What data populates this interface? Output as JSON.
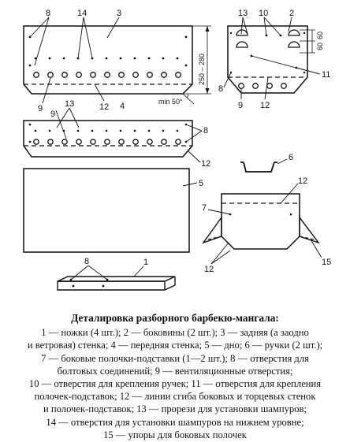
{
  "diagram": {
    "callouts": {
      "c1": "1",
      "c2": "2",
      "c3": "3",
      "c4": "4",
      "c5": "5",
      "c6": "6",
      "c7": "7",
      "c8": "8",
      "c9": "9",
      "c10": "10",
      "c11": "11",
      "c12": "12",
      "c13": "13",
      "c14": "14",
      "c15": "15"
    },
    "dimensions": {
      "height_range": "250 – 280",
      "cutout_height": "60",
      "cutout_offset": "60",
      "min_angle": "min 50°"
    }
  },
  "caption": {
    "title": "Деталировка разборного барбекю-мангала:",
    "lines": [
      "1 — ножки (4 шт.); 2 — боковины (2 шт.); 3 — задняя (а заодно",
      "и ветровая) стенка; 4 — передняя стенка; 5 — дно; 6 — ручки (2 шт.);",
      "7 — боковые полочки-подставки (1—2 шт.); 8 — отверстия для",
      "болтовых соединений; 9 — вентиляционные отверстия;",
      "10 — отверстия для крепления ручек; 11 — отверстия для крепления",
      "полочек-подставок; 12 — линии сгиба боковых и торцевых стенок",
      "и полочек-подставок; 13 — прорези для установки шампуров;",
      "14 — отверстия для установки шампуров на нижнем уровне;",
      "15 — упоры для боковых полочек"
    ]
  }
}
